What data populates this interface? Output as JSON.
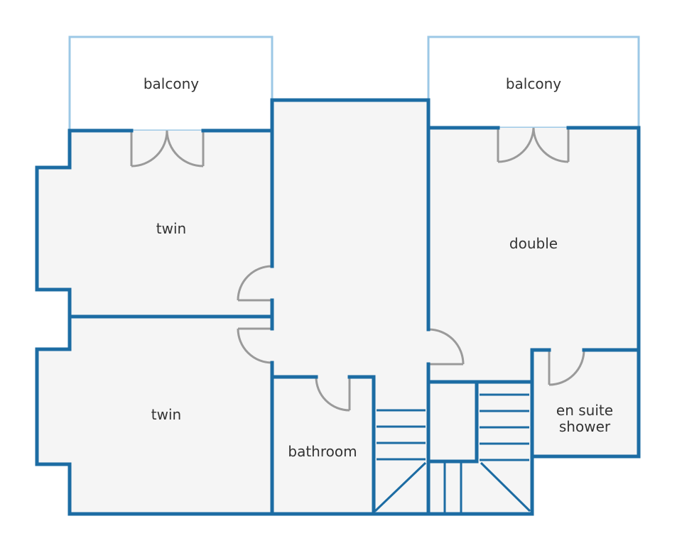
{
  "colors": {
    "wall": "#1c6ca3",
    "balcony_rail": "#9cc8e6",
    "floor": "#f5f5f5",
    "door": "#9a9a9a",
    "text": "#333333",
    "background": "#ffffff"
  },
  "rooms": {
    "balcony_left": "balcony",
    "balcony_right": "balcony",
    "twin_top": "twin",
    "twin_bottom": "twin",
    "double": "double",
    "bathroom": "bathroom",
    "en_suite_line1": "en suite",
    "en_suite_line2": "shower"
  }
}
